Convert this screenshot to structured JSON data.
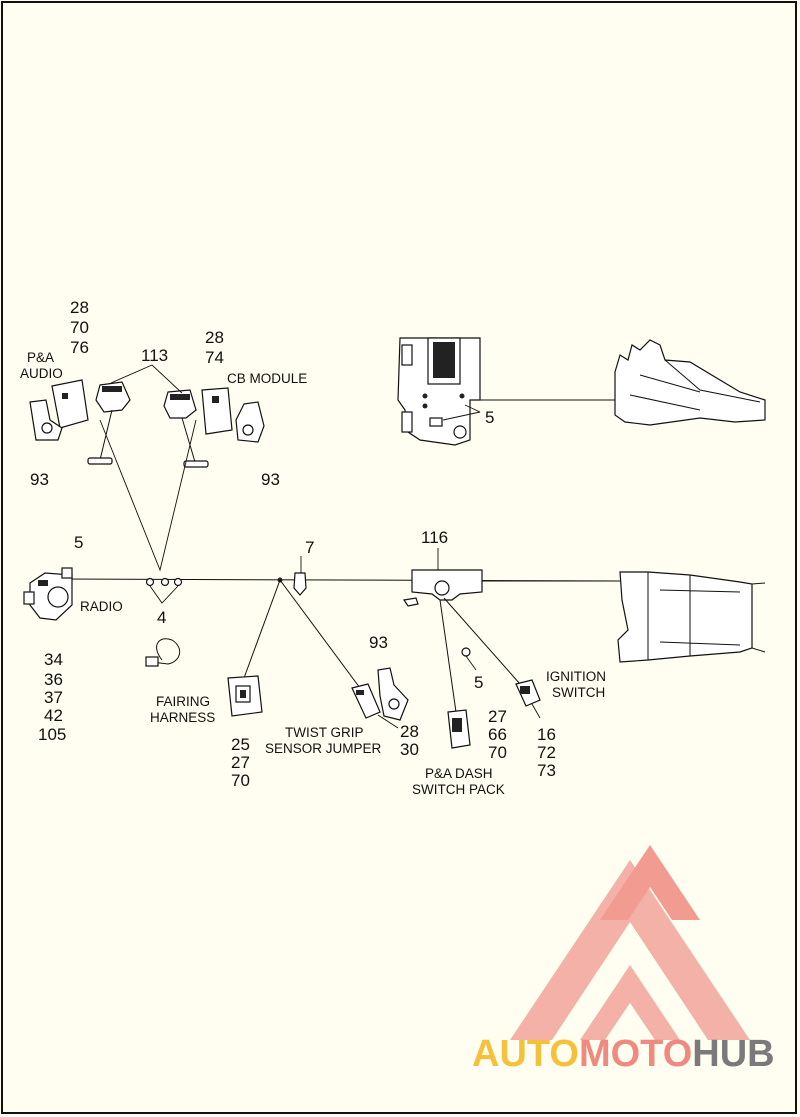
{
  "callouts": {
    "pa_audio_nums": [
      "28",
      "70",
      "76"
    ],
    "cb_module_nums": [
      "28",
      "74"
    ],
    "n113": "113",
    "n93_left": "93",
    "n93_right": "93",
    "n93_mid": "93",
    "n5_top": "5",
    "n5_radio": "5",
    "n5_ign": "5",
    "n7": "7",
    "n116": "116",
    "n4": "4",
    "radio_nums": [
      "34",
      "36",
      "37",
      "42",
      "105"
    ],
    "fairing_nums": [
      "25",
      "27",
      "70"
    ],
    "twist_nums": [
      "28",
      "30"
    ],
    "dash_nums": [
      "27",
      "66",
      "70"
    ],
    "ign_nums": [
      "16",
      "72",
      "73"
    ]
  },
  "labels": {
    "pa_audio": [
      "P&A",
      "AUDIO"
    ],
    "cb_module": "CB MODULE",
    "radio": "RADIO",
    "fairing_harness": [
      "FAIRING",
      "HARNESS"
    ],
    "twist_grip": [
      "TWIST GRIP",
      "SENSOR JUMPER"
    ],
    "pa_dash": [
      "P&A DASH",
      "SWITCH PACK"
    ],
    "ignition": [
      "IGNITION",
      "SWITCH"
    ]
  },
  "watermark": {
    "part1": "AUTO",
    "part2": "MOTO",
    "part3": "HUB",
    "color1": "#f5c13d",
    "color2": "#f08a80",
    "color3": "#7a7a7a"
  }
}
